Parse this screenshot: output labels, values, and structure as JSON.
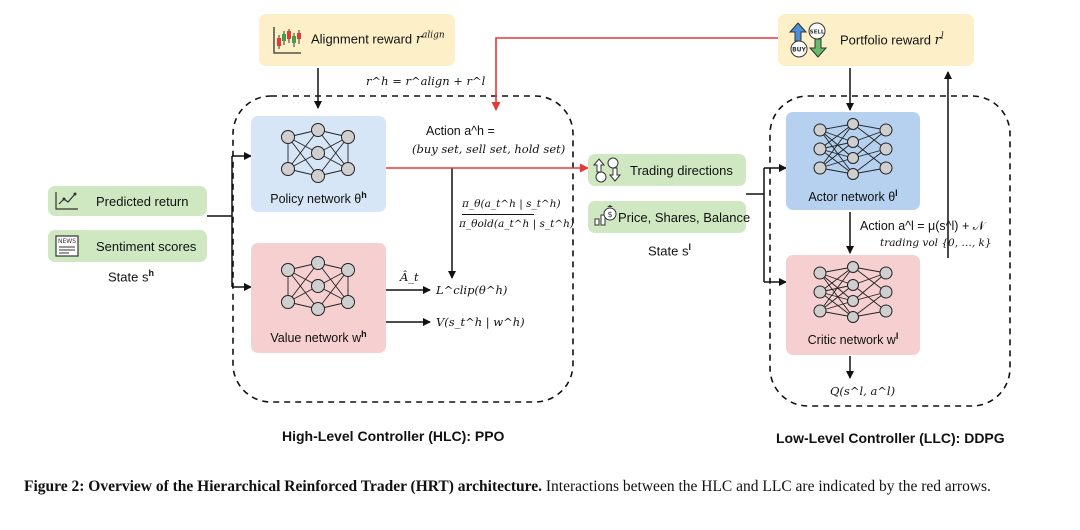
{
  "hlc": {
    "alignment_reward": "Alignment reward",
    "alignment_sup": "align",
    "reward_combo": "r^h = r^align + r^l",
    "policy_network": "Policy network θ",
    "policy_sup": "h",
    "value_network": "Value network w",
    "value_sup": "h",
    "action_line1": "Action a^h =",
    "action_line2": "(buy set, sell set, hold set)",
    "ratio_num": "π_θ(a_t^h | s_t^h)",
    "ratio_den": "π_θold(a_t^h | s_t^h)",
    "advantage": "Â_t",
    "loss": "L^clip(θ^h)",
    "value_fn": "V(s_t^h | w^h)",
    "title": "High-Level Controller (HLC): PPO"
  },
  "inputs": {
    "predicted_return": "Predicted return",
    "sentiment_scores": "Sentiment scores",
    "state_label": "State s",
    "state_sup": "h"
  },
  "llc": {
    "portfolio_reward": "Portfolio reward",
    "portfolio_sup": "l",
    "trading_directions": "Trading directions",
    "price_shares_balance": "Price, Shares, Balance",
    "state_label": "State s",
    "state_sup": "l",
    "actor_network": "Actor network θ",
    "actor_sup": "l",
    "critic_network": "Critic network w",
    "critic_sup": "l",
    "action_line1": "Action a^l = μ(s^l) + 𝒩",
    "action_line2": "trading vol {0, …, k}",
    "q_value": "Q(s^l, a^l)",
    "title": "Low-Level Controller (LLC): DDPG"
  },
  "icons": {
    "buy": "BUY",
    "sell": "SELL",
    "news": "NEWS"
  },
  "caption": {
    "bold": "Figure 2: Overview of the Hierarchical Reinforced Trader (HRT) architecture.",
    "rest": " Interactions between the HLC and LLC are indicated by the red arrows."
  },
  "colors": {
    "interaction_arrow": "#e53935",
    "arrow": "#111111",
    "yellow_box": "#fdf0c8",
    "green_box": "#cfe8c2",
    "blue_box": "#d6e6f6",
    "pink_box": "#f6d0d0"
  }
}
